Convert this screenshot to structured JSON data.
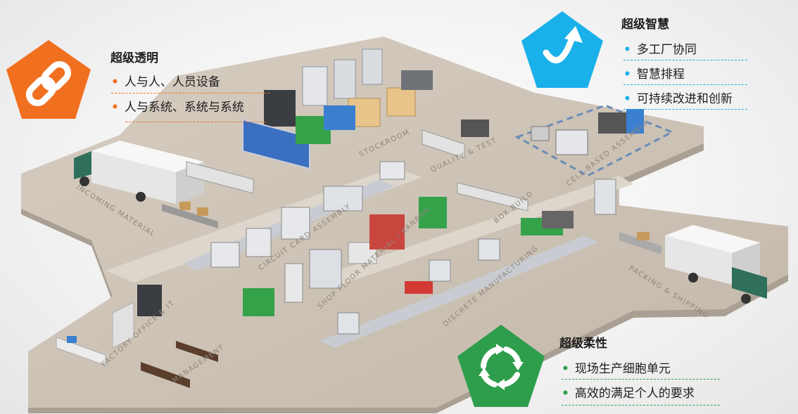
{
  "colors": {
    "transparency": "#f07020",
    "wisdom": "#1ab0ea",
    "flexibility": "#2f9e4c",
    "floor": "#cfc5b8",
    "floor_edge": "#a99f93"
  },
  "icons": {
    "transparency": "chain-link-icon",
    "wisdom": "up-arrow-curve-icon",
    "flexibility": "recycle-arrows-icon"
  },
  "panels": {
    "transparency": {
      "title": "超级透明",
      "bullets": [
        "人与人、人员设备",
        "人与系统、系统与系统"
      ]
    },
    "wisdom": {
      "title": "超级智慧",
      "bullets": [
        "多工厂协同",
        "智慧排程",
        "可持续改进和创新"
      ]
    },
    "flexibility": {
      "title": "超级柔性",
      "bullets": [
        "现场生产细胞单元",
        "高效的满足个人的要求"
      ]
    }
  },
  "zones": [
    "INCOMING MATERIAL",
    "STOCKROOM",
    "QUALITY & TEST",
    "CELL-BASED ASSEMBLY",
    "CIRCUIT CARD ASSEMBLY",
    "BOX BUILD",
    "SHOP FLOOR MATERIAL / KANBAN",
    "DISCRETE MANUFACTURING",
    "PACKING & SHIPPING",
    "FACTORY OFFICE & IT",
    "MANAGEMENT"
  ]
}
